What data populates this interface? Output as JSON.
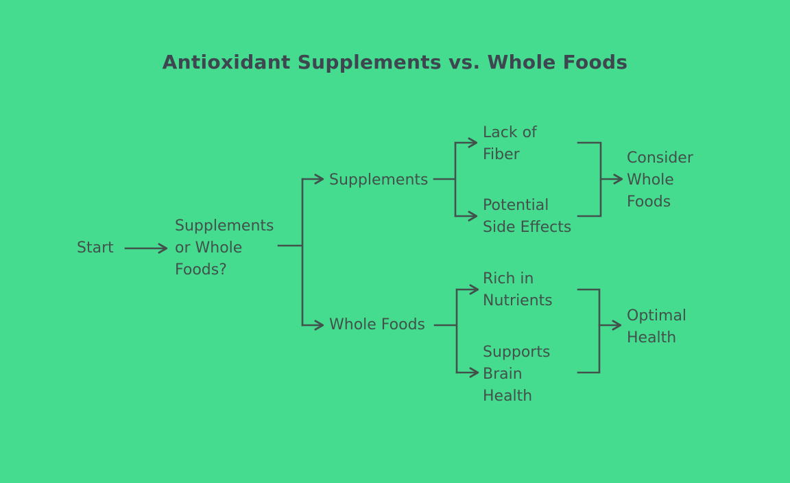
{
  "title": "Antioxidant Supplements vs. Whole Foods",
  "theme": {
    "background": "#45dc8f",
    "line_color": "#42514b",
    "text_color": "#42514b",
    "title_color": "#3e4650"
  },
  "diagram": {
    "type": "flowchart",
    "direction": "left-to-right",
    "nodes": {
      "start": {
        "lines": [
          "Start"
        ]
      },
      "question": {
        "lines": [
          "Supplements",
          "or Whole",
          "Foods?"
        ]
      },
      "supplements": {
        "lines": [
          "Supplements"
        ]
      },
      "whole_foods": {
        "lines": [
          "Whole Foods"
        ]
      },
      "lack_of_fiber": {
        "lines": [
          "Lack of",
          "Fiber"
        ]
      },
      "potential_side_effects": {
        "lines": [
          "Potential",
          "Side Effects"
        ]
      },
      "consider_whole_foods": {
        "lines": [
          "Consider",
          "Whole",
          "Foods"
        ]
      },
      "rich_in_nutrients": {
        "lines": [
          "Rich in",
          "Nutrients"
        ]
      },
      "supports_brain_health": {
        "lines": [
          "Supports",
          "Brain",
          "Health"
        ]
      },
      "optimal_health": {
        "lines": [
          "Optimal",
          "Health"
        ]
      }
    },
    "edges": [
      "Start -> Supplements or Whole Foods?",
      "Supplements or Whole Foods? -> Supplements",
      "Supplements or Whole Foods? -> Whole Foods",
      "Supplements -> Lack of Fiber",
      "Supplements -> Potential Side Effects",
      "Lack of Fiber -> Consider Whole Foods",
      "Potential Side Effects -> Consider Whole Foods",
      "Whole Foods -> Rich in Nutrients",
      "Whole Foods -> Supports Brain Health",
      "Rich in Nutrients -> Optimal Health",
      "Supports Brain Health -> Optimal Health"
    ]
  }
}
